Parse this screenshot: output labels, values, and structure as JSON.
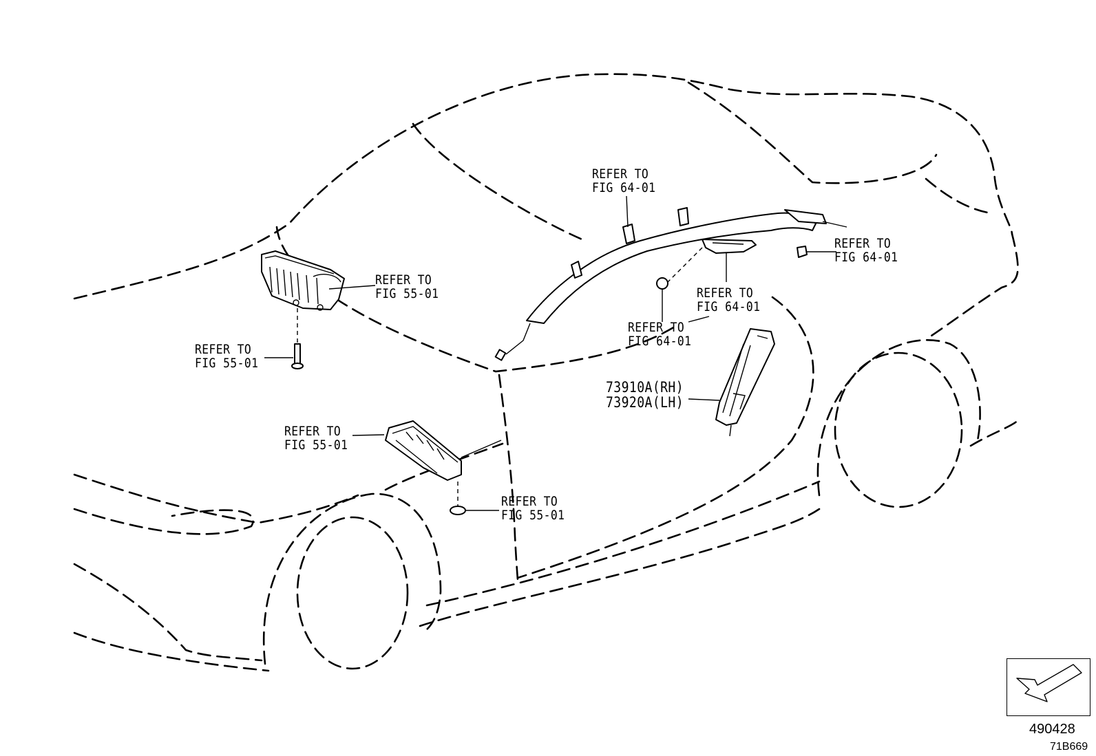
{
  "refs": {
    "ref_windshield_trim": [
      "REFER TO",
      "FIG 64-01"
    ],
    "ref_roof_clip": [
      "REFER TO",
      "FIG 64-01"
    ],
    "ref_pillar_bracket": [
      "REFER TO",
      "FIG 64-01"
    ],
    "ref_curtain_bolt": [
      "REFER TO",
      "FIG 64-01"
    ],
    "ref_dash_airbag": [
      "REFER TO",
      "FIG 55-01"
    ],
    "ref_dash_bolt": [
      "REFER TO",
      "FIG 55-01"
    ],
    "ref_knee_airbag": [
      "REFER TO",
      "FIG 55-01"
    ],
    "ref_knee_clip": [
      "REFER TO",
      "FIG 55-01"
    ]
  },
  "part_numbers": {
    "rh": "73910A(RH)",
    "lh": "73920A(LH)"
  },
  "inset": {
    "code": "490428",
    "icon": "arrow-indicator-icon"
  },
  "figure_code": "71B669"
}
